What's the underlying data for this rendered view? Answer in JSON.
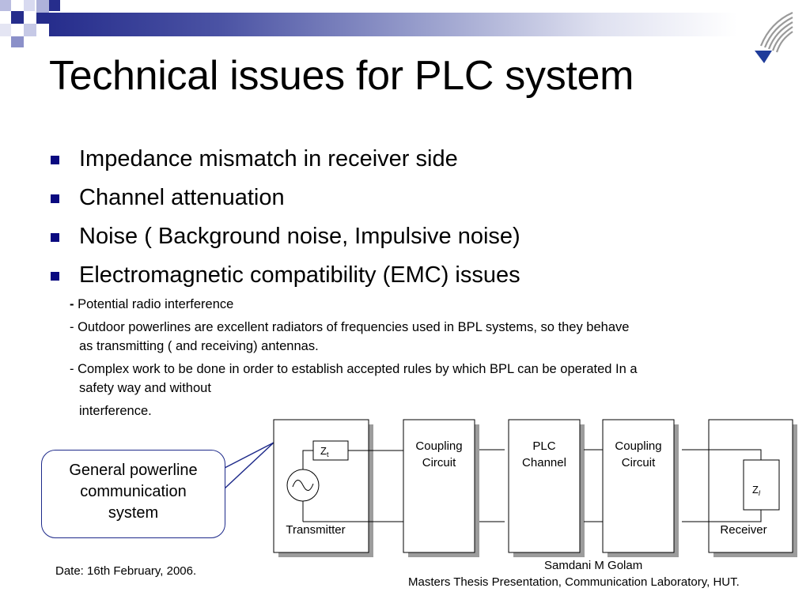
{
  "slide": {
    "title": "Technical issues for PLC system",
    "bullets": [
      "Impedance mismatch in receiver side",
      "Channel attenuation",
      "Noise ( Background noise, Impulsive noise)",
      "Electromagnetic compatibility (EMC) issues"
    ],
    "sub_items": {
      "item1_dash": "-",
      "item1_text": "Potential radio interference",
      "item2_line1": "- Outdoor powerlines are excellent radiators of frequencies used in BPL systems, so they behave",
      "item2_line2": "as transmitting ( and receiving) antennas.",
      "item3_line1": "- Complex work to be done in order to establish accepted rules by which BPL can be operated  In a",
      "item3_line2": "safety way and  without",
      "item3_line3": "interference."
    },
    "callout": {
      "line1": "General powerline",
      "line2": "communication",
      "line3": "system"
    },
    "diagram": {
      "zt_main": "Z",
      "zt_sub": "t",
      "zl_main": "Z",
      "zl_sub": "l",
      "transmitter": "Transmitter",
      "coupling1_line1": "Coupling",
      "coupling1_line2": "Circuit",
      "channel_line1": "PLC",
      "channel_line2": "Channel",
      "coupling2_line1": "Coupling",
      "coupling2_line2": "Circuit",
      "receiver": "Receiver"
    },
    "footer": {
      "date": "Date: 16th February, 2006.",
      "author": "Samdani M Golam",
      "presentation": "Masters Thesis Presentation, Communication Laboratory, HUT."
    }
  },
  "colors": {
    "accent": "#262d8c",
    "bullet": "#0a0a80",
    "callout_border": "#1e2a8a"
  },
  "icons": {
    "logo": "university-wing-logo",
    "ac_source": "ac-source-icon"
  }
}
